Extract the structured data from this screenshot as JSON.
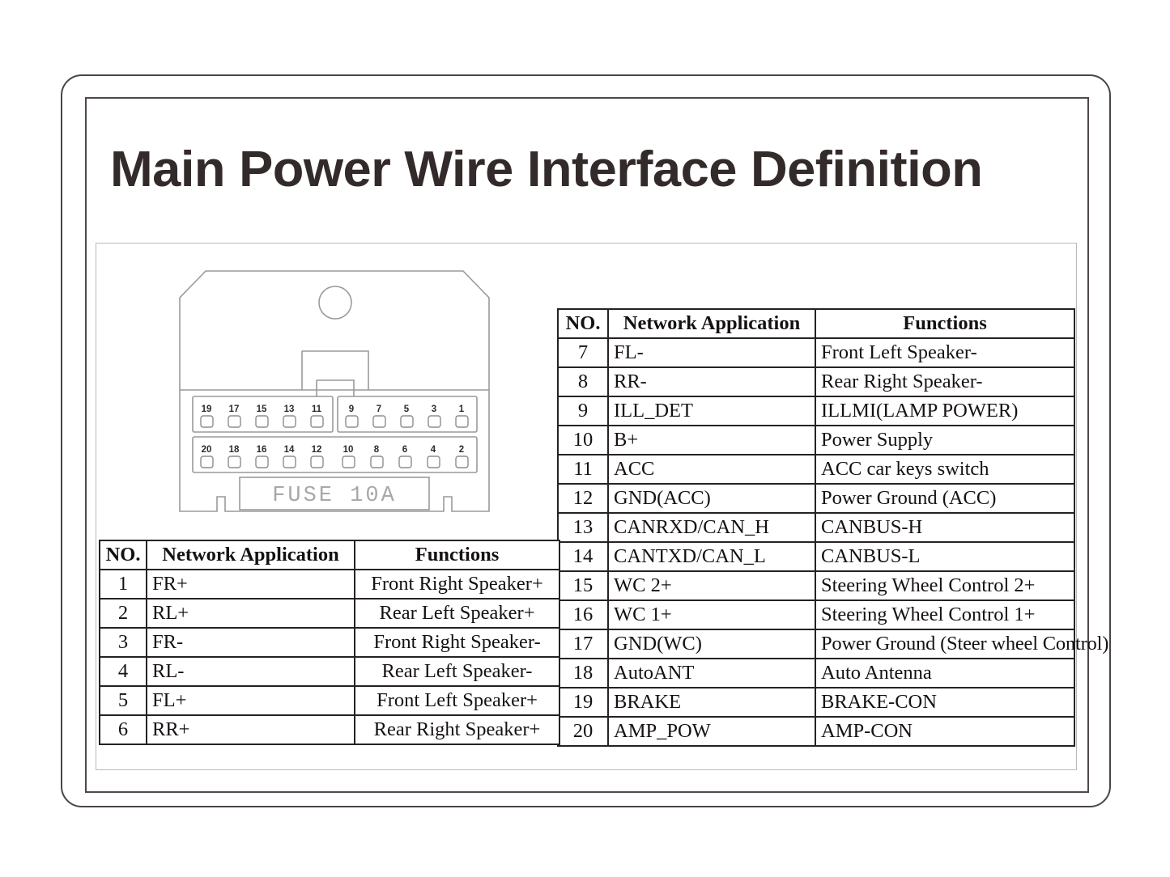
{
  "page": {
    "title": "Main Power Wire Interface Definition"
  },
  "connector": {
    "fuse_label": "FUSE   10A",
    "pins_top_left_group": [
      "19",
      "17",
      "15",
      "13",
      "11"
    ],
    "pins_top_right_group": [
      "9",
      "7",
      "5",
      "3",
      "1"
    ],
    "pins_bottom_row": [
      "20",
      "18",
      "16",
      "14",
      "12",
      "10",
      "8",
      "6",
      "4",
      "2"
    ]
  },
  "table_left": {
    "headers": [
      "NO.",
      "Network Application",
      "Functions"
    ],
    "rows": [
      {
        "no": "1",
        "net": "FR+",
        "fn": "Front Right Speaker+"
      },
      {
        "no": "2",
        "net": "RL+",
        "fn": "Rear Left Speaker+"
      },
      {
        "no": "3",
        "net": "FR-",
        "fn": "Front Right Speaker-"
      },
      {
        "no": "4",
        "net": "RL-",
        "fn": "Rear Left Speaker-"
      },
      {
        "no": "5",
        "net": "FL+",
        "fn": "Front Left Speaker+"
      },
      {
        "no": "6",
        "net": "RR+",
        "fn": "Rear Right Speaker+"
      }
    ]
  },
  "table_right": {
    "headers": [
      "NO.",
      "Network Application",
      "Functions"
    ],
    "rows": [
      {
        "no": "7",
        "net": "FL-",
        "fn": "Front Left Speaker-"
      },
      {
        "no": "8",
        "net": "RR-",
        "fn": "Rear Right Speaker-"
      },
      {
        "no": "9",
        "net": "ILL_DET",
        "fn": "ILLMI(LAMP POWER)"
      },
      {
        "no": "10",
        "net": "B+",
        "fn": "Power Supply"
      },
      {
        "no": "11",
        "net": "ACC",
        "fn": "ACC car keys switch"
      },
      {
        "no": "12",
        "net": "GND(ACC)",
        "fn": "Power Ground (ACC)"
      },
      {
        "no": "13",
        "net": "CANRXD/CAN_H",
        "fn": "CANBUS-H"
      },
      {
        "no": "14",
        "net": "CANTXD/CAN_L",
        "fn": "CANBUS-L"
      },
      {
        "no": "15",
        "net": "WC 2+",
        "fn": "Steering Wheel Control 2+"
      },
      {
        "no": "16",
        "net": "WC 1+",
        "fn": "Steering Wheel Control 1+"
      },
      {
        "no": "17",
        "net": "GND(WC)",
        "fn": "Power Ground (Steer wheel Control)",
        "small": true
      },
      {
        "no": "18",
        "net": "AutoANT",
        "fn": "Auto Antenna"
      },
      {
        "no": "19",
        "net": "BRAKE",
        "fn": "BRAKE-CON"
      },
      {
        "no": "20",
        "net": "AMP_POW",
        "fn": "AMP-CON"
      }
    ]
  },
  "colors": {
    "title": "#332a2a",
    "frame": "#4b4446",
    "content_box": "#b9b9b9",
    "table_border": "#262122",
    "connector_outline": "#9a9a9a",
    "pin_number": "#2b2b2b"
  }
}
